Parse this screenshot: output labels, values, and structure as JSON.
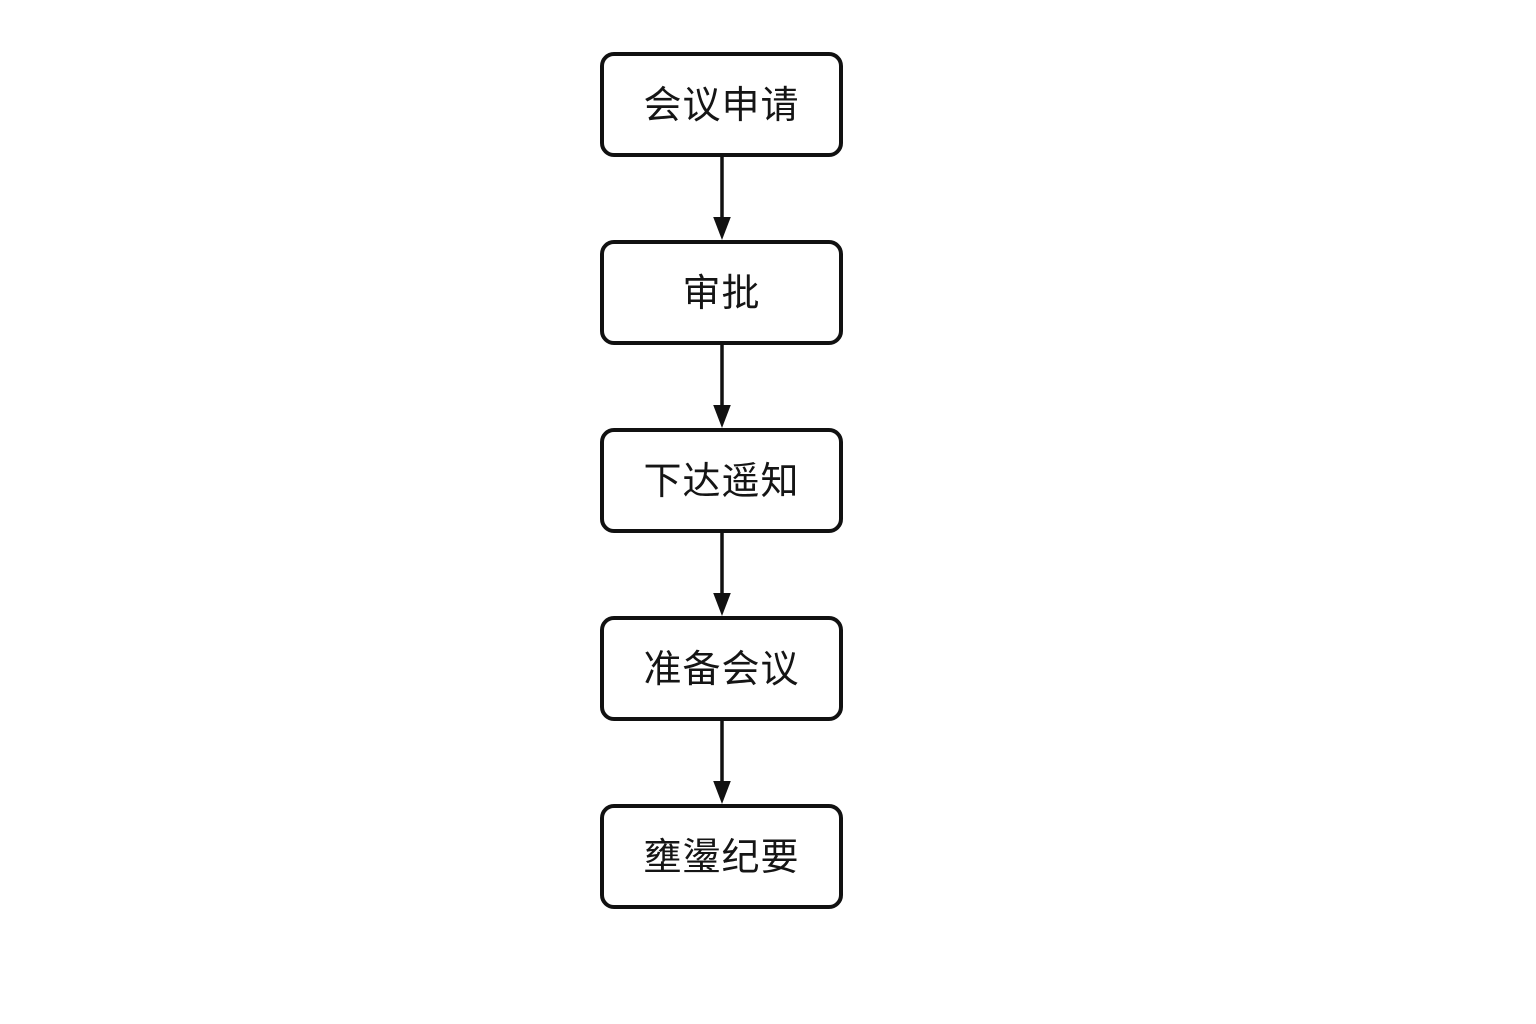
{
  "diagram": {
    "title": "",
    "type": "vertical-flowchart",
    "orientation": "top-to-bottom",
    "background_color": "#ffffff",
    "node_border_color": "#111111",
    "node_fill_color": "#ffffff",
    "text_color": "#151515",
    "connector_color": "#111111",
    "nodes": [
      {
        "id": "node-1",
        "label": "会议申请",
        "shape": "rounded-rectangle"
      },
      {
        "id": "node-2",
        "label": "审批",
        "shape": "rounded-rectangle"
      },
      {
        "id": "node-3",
        "label": "下达遥知",
        "shape": "rounded-rectangle"
      },
      {
        "id": "node-4",
        "label": "准备会议",
        "shape": "rounded-rectangle"
      },
      {
        "id": "node-5",
        "label": "壅璗纪要",
        "shape": "rounded-rectangle"
      }
    ],
    "connectors": [
      {
        "id": "connector-1",
        "from": "node-1",
        "to": "node-2",
        "label": "",
        "arrow": "down-arrow-icon"
      },
      {
        "id": "connector-2",
        "from": "node-2",
        "to": "node-3",
        "label": "",
        "arrow": "down-arrow-icon"
      },
      {
        "id": "connector-3",
        "from": "node-3",
        "to": "node-4",
        "label": "",
        "arrow": "down-arrow-icon"
      },
      {
        "id": "connector-4",
        "from": "node-4",
        "to": "node-5",
        "label": "",
        "arrow": "down-arrow-icon"
      }
    ]
  }
}
